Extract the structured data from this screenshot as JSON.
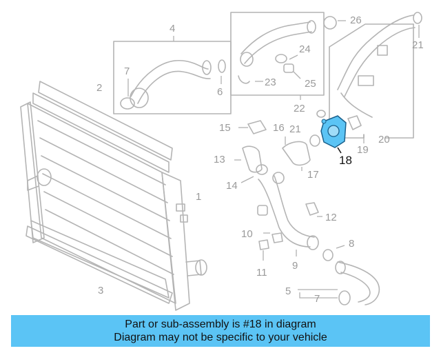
{
  "highlight": {
    "part_number": "18",
    "color": "#5bc4f5"
  },
  "callouts": [
    {
      "id": "c1",
      "text": "1"
    },
    {
      "id": "c2",
      "text": "2"
    },
    {
      "id": "c3",
      "text": "3"
    },
    {
      "id": "c4",
      "text": "4"
    },
    {
      "id": "c5",
      "text": "5"
    },
    {
      "id": "c6",
      "text": "6"
    },
    {
      "id": "c7a",
      "text": "7"
    },
    {
      "id": "c7b",
      "text": "7"
    },
    {
      "id": "c8",
      "text": "8"
    },
    {
      "id": "c9",
      "text": "9"
    },
    {
      "id": "c10",
      "text": "10"
    },
    {
      "id": "c11",
      "text": "11"
    },
    {
      "id": "c12",
      "text": "12"
    },
    {
      "id": "c13",
      "text": "13"
    },
    {
      "id": "c14",
      "text": "14"
    },
    {
      "id": "c15",
      "text": "15"
    },
    {
      "id": "c16",
      "text": "16"
    },
    {
      "id": "c17",
      "text": "17"
    },
    {
      "id": "c19",
      "text": "19"
    },
    {
      "id": "c20",
      "text": "20"
    },
    {
      "id": "c21a",
      "text": "21"
    },
    {
      "id": "c21b",
      "text": "21"
    },
    {
      "id": "c22",
      "text": "22"
    },
    {
      "id": "c23",
      "text": "23"
    },
    {
      "id": "c24",
      "text": "24"
    },
    {
      "id": "c25",
      "text": "25"
    },
    {
      "id": "c26",
      "text": "26"
    }
  ],
  "banner": {
    "line1": "Part or sub-assembly is #18 in diagram",
    "line2": "Diagram may not be specific to your vehicle",
    "background": "#5bc4f5"
  }
}
